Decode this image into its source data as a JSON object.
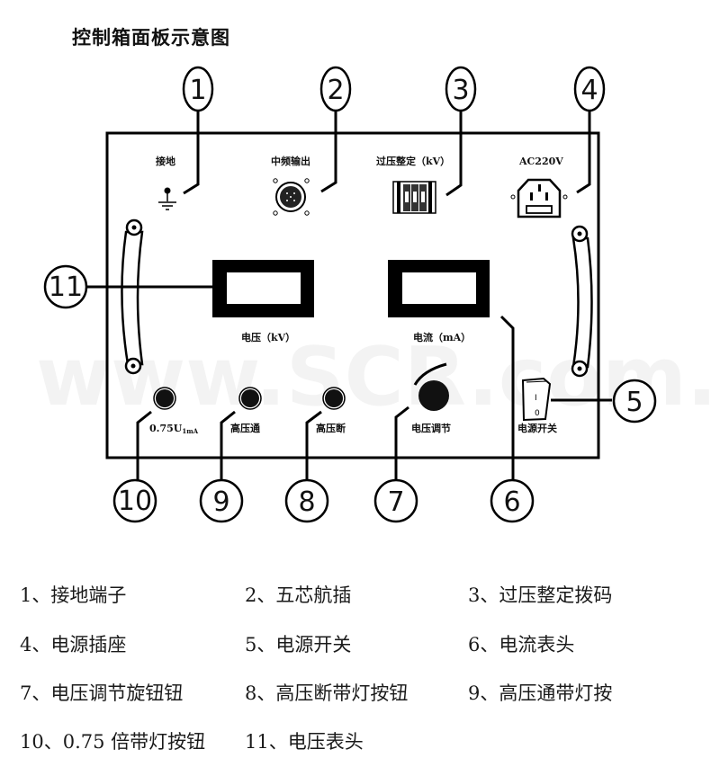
{
  "title": "控制箱面板示意图",
  "watermark": "www.SCR.com.cn",
  "panel": {
    "labels": {
      "ground": "接地",
      "aviation_plug": "中频输出",
      "dip_switch": "过压整定（kV）",
      "power_socket": "AC220V",
      "voltmeter": "电压（kV）",
      "ammeter": "电流（mA）",
      "btn_075_main": "0.75U",
      "btn_075_sub": "1mA",
      "btn_hv_on": "高压通",
      "btn_hv_off": "高压断",
      "knob": "电压调节",
      "power_switch": "电源开关",
      "switch_on": "I",
      "switch_off": "0"
    }
  },
  "callouts": [
    "1",
    "2",
    "3",
    "4",
    "5",
    "6",
    "7",
    "8",
    "9",
    "10",
    "11"
  ],
  "legend": [
    [
      {
        "num": "1、",
        "text": "接地端子"
      },
      {
        "num": "2、",
        "text": "五芯航插"
      },
      {
        "num": "3、",
        "text": "过压整定拨码"
      }
    ],
    [
      {
        "num": "4、",
        "text": "电源插座"
      },
      {
        "num": "5、",
        "text": "电源开关"
      },
      {
        "num": "6、",
        "text": "电流表头"
      }
    ],
    [
      {
        "num": "7、",
        "text": "电压调节旋钮钮"
      },
      {
        "num": "8、",
        "text": "高压断带灯按钮"
      },
      {
        "num": "9、",
        "text": "高压通带灯按"
      }
    ],
    [
      {
        "num": "10、",
        "text": "0.75 倍带灯按钮"
      },
      {
        "num": "11、",
        "text": "电压表头"
      }
    ]
  ]
}
